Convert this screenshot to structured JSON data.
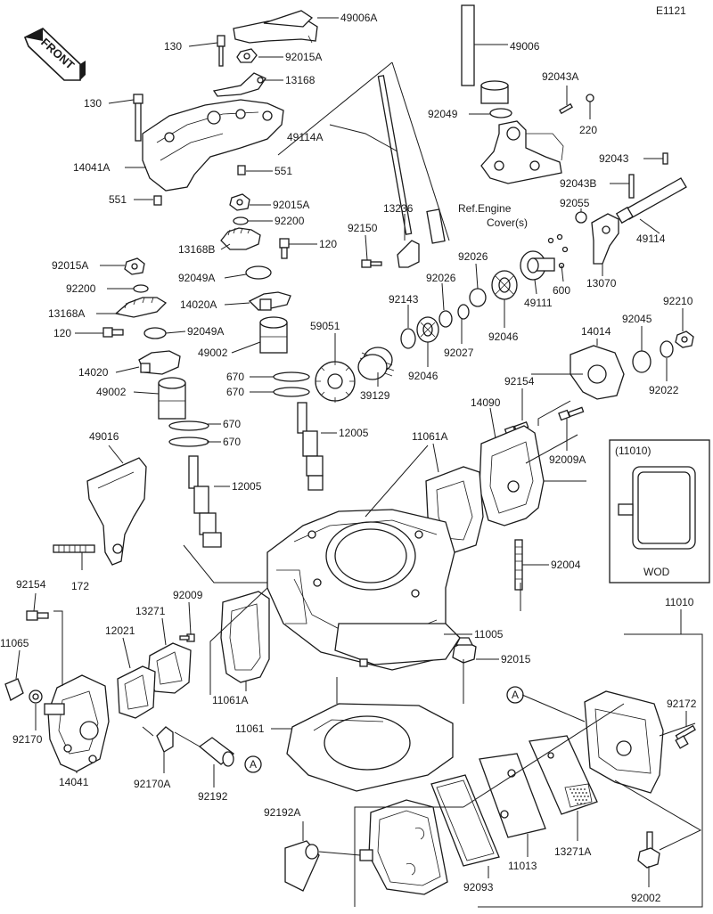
{
  "diagram": {
    "code": "E1121",
    "front_label": "FRONT",
    "ref_note_line1": "Ref.Engine",
    "ref_note_line2": "Cover(s)",
    "inset_title": "(11010)",
    "inset_caption": "WOD",
    "circle_ref": "A",
    "labels": {
      "p49006A": "49006A",
      "p130a": "130",
      "p92015Aa": "92015A",
      "p13168": "13168",
      "p130b": "130",
      "p14041A": "14041A",
      "p551a": "551",
      "p551b": "551",
      "p92015Ab": "92015A",
      "p92200a": "92200",
      "p13168B": "13168B",
      "p120a": "120",
      "p92015Ac": "92015A",
      "p92049Aa": "92049A",
      "p92200b": "92200",
      "p14020A": "14020A",
      "p13168A": "13168A",
      "p120b": "120",
      "p92049Ab": "92049A",
      "p49002a": "49002",
      "p14020": "14020",
      "p49002b": "49002",
      "p670a": "670",
      "p670b": "670",
      "p670c": "670",
      "p670d": "670",
      "p12005a": "12005",
      "p12005b": "12005",
      "p49016": "49016",
      "p172": "172",
      "p49006": "49006",
      "p49114A": "49114A",
      "p92043A": "92043A",
      "p92049": "92049",
      "p220": "220",
      "p92043": "92043",
      "p92043B": "92043B",
      "p13236": "13236",
      "p92150": "92150",
      "p92055": "92055",
      "p49114": "49114",
      "p92026a": "92026",
      "p92026b": "92026",
      "p13070": "13070",
      "p92143": "92143",
      "p600": "600",
      "p59051": "59051",
      "p92046a": "92046",
      "p92027": "92027",
      "p92046b": "92046",
      "p49111": "49111",
      "p92210": "92210",
      "p92045": "92045",
      "p14014": "14014",
      "p39129": "39129",
      "p92022": "92022",
      "p92154a": "92154",
      "p14090": "14090",
      "p11061A": "11061A",
      "p92009A": "92009A",
      "p92004": "92004",
      "p92154b": "92154",
      "p92009": "92009",
      "p13271": "13271",
      "p11065": "11065",
      "p12021": "12021",
      "p11061Ab": "11061A",
      "p11005": "11005",
      "p92015": "92015",
      "p11010": "11010",
      "p92172": "92172",
      "p92170": "92170",
      "p14041": "14041",
      "p92170A": "92170A",
      "p92192": "92192",
      "p11061": "11061",
      "p92192A": "92192A",
      "p11013": "11013",
      "p13271A": "13271A",
      "p92093": "92093",
      "p92002": "92002"
    }
  }
}
